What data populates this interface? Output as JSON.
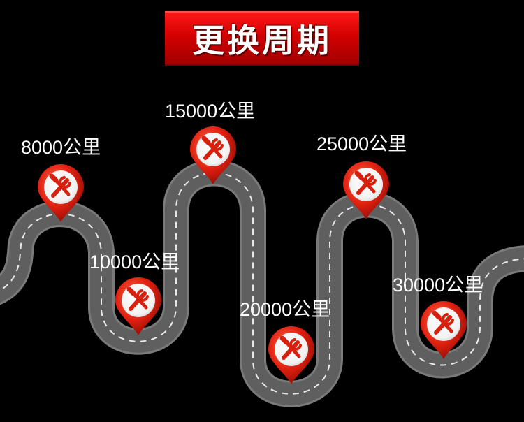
{
  "title": "更换周期",
  "milestones": [
    {
      "label": "8000公里"
    },
    {
      "label": "10000公里"
    },
    {
      "label": "15000公里"
    },
    {
      "label": "20000公里"
    },
    {
      "label": "25000公里"
    },
    {
      "label": "30000公里"
    }
  ],
  "colors": {
    "background": "#000000",
    "banner": "#d40000",
    "road": "#5f5f5f",
    "road_edge": "#7a7a7a",
    "road_dash": "#e8e8e8",
    "marker": "#e02010",
    "marker_dark": "#a01008",
    "label": "#ffffff"
  },
  "icons": [
    "wrench-screwdriver-icon"
  ]
}
